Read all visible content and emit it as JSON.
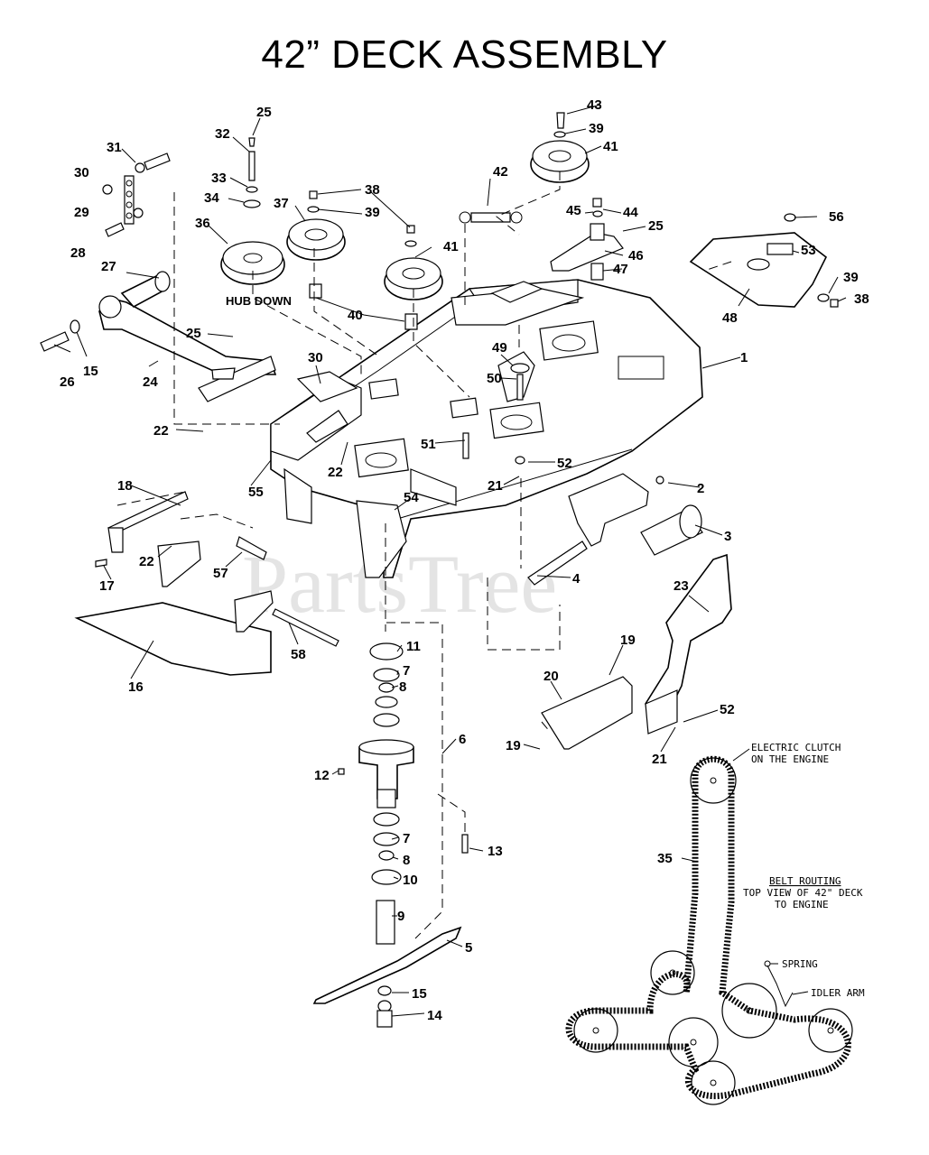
{
  "title": "42” DECK ASSEMBLY",
  "watermark": "PartsTree",
  "notes": {
    "hub_down": "HUB DOWN",
    "electric_clutch": [
      "ELECTRIC CLUTCH",
      "ON THE ENGINE"
    ],
    "belt_routing_title": "BELT ROUTING",
    "belt_routing_sub": [
      "TOP VIEW OF 42\" DECK",
      "TO ENGINE"
    ],
    "spring": "SPRING",
    "idler_arm": "IDLER ARM"
  },
  "callouts": [
    {
      "id": "c25a",
      "label": "25"
    },
    {
      "id": "c32",
      "label": "32"
    },
    {
      "id": "c31",
      "label": "31"
    },
    {
      "id": "c30a",
      "label": "30"
    },
    {
      "id": "c29",
      "label": "29"
    },
    {
      "id": "c28",
      "label": "28"
    },
    {
      "id": "c33",
      "label": "33"
    },
    {
      "id": "c34",
      "label": "34"
    },
    {
      "id": "c36",
      "label": "36"
    },
    {
      "id": "c37",
      "label": "37"
    },
    {
      "id": "c38a",
      "label": "38"
    },
    {
      "id": "c39a",
      "label": "39"
    },
    {
      "id": "c42",
      "label": "42"
    },
    {
      "id": "c43",
      "label": "43"
    },
    {
      "id": "c39b",
      "label": "39"
    },
    {
      "id": "c41a",
      "label": "41"
    },
    {
      "id": "c45",
      "label": "45"
    },
    {
      "id": "c44",
      "label": "44"
    },
    {
      "id": "c25b",
      "label": "25"
    },
    {
      "id": "c56",
      "label": "56"
    },
    {
      "id": "c53",
      "label": "53"
    },
    {
      "id": "c41b",
      "label": "41"
    },
    {
      "id": "c46",
      "label": "46"
    },
    {
      "id": "c47",
      "label": "47"
    },
    {
      "id": "c27",
      "label": "27"
    },
    {
      "id": "c40",
      "label": "40"
    },
    {
      "id": "c39c",
      "label": "39"
    },
    {
      "id": "c38b",
      "label": "38"
    },
    {
      "id": "c48",
      "label": "48"
    },
    {
      "id": "c25c",
      "label": "25"
    },
    {
      "id": "c26",
      "label": "26"
    },
    {
      "id": "c15a",
      "label": "15"
    },
    {
      "id": "c49",
      "label": "49"
    },
    {
      "id": "c30b",
      "label": "30"
    },
    {
      "id": "c1",
      "label": "1"
    },
    {
      "id": "c50",
      "label": "50"
    },
    {
      "id": "c24",
      "label": "24"
    },
    {
      "id": "c22a",
      "label": "22"
    },
    {
      "id": "c51",
      "label": "51"
    },
    {
      "id": "c52a",
      "label": "52"
    },
    {
      "id": "c22b",
      "label": "22"
    },
    {
      "id": "c18",
      "label": "18"
    },
    {
      "id": "c21a",
      "label": "21"
    },
    {
      "id": "c55",
      "label": "55"
    },
    {
      "id": "c2",
      "label": "2"
    },
    {
      "id": "c54",
      "label": "54"
    },
    {
      "id": "c3",
      "label": "3"
    },
    {
      "id": "c22c",
      "label": "22"
    },
    {
      "id": "c17",
      "label": "17"
    },
    {
      "id": "c57",
      "label": "57"
    },
    {
      "id": "c4",
      "label": "4"
    },
    {
      "id": "c23",
      "label": "23"
    },
    {
      "id": "c58",
      "label": "58"
    },
    {
      "id": "c11",
      "label": "11"
    },
    {
      "id": "c19a",
      "label": "19"
    },
    {
      "id": "c7a",
      "label": "7"
    },
    {
      "id": "c16",
      "label": "16"
    },
    {
      "id": "c8a",
      "label": "8"
    },
    {
      "id": "c20",
      "label": "20"
    },
    {
      "id": "c52b",
      "label": "52"
    },
    {
      "id": "c6",
      "label": "6"
    },
    {
      "id": "c19b",
      "label": "19"
    },
    {
      "id": "c21b",
      "label": "21"
    },
    {
      "id": "c12",
      "label": "12"
    },
    {
      "id": "c35",
      "label": "35"
    },
    {
      "id": "c7b",
      "label": "7"
    },
    {
      "id": "c13",
      "label": "13"
    },
    {
      "id": "c8b",
      "label": "8"
    },
    {
      "id": "c10",
      "label": "10"
    },
    {
      "id": "c9",
      "label": "9"
    },
    {
      "id": "c5",
      "label": "5"
    },
    {
      "id": "c15b",
      "label": "15"
    },
    {
      "id": "c14",
      "label": "14"
    }
  ]
}
